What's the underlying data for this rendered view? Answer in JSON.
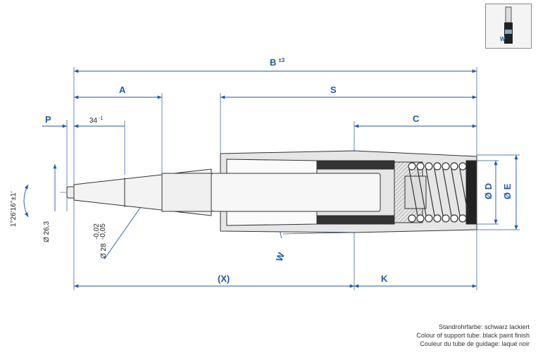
{
  "dimensions": {
    "B": "B",
    "B_tol": "±3",
    "A": "A",
    "S": "S",
    "C": "C",
    "P": "P",
    "X": "(X)",
    "K": "K",
    "D": "Ø D",
    "E": "Ø E",
    "W": "W",
    "taper_len": "34",
    "taper_len_tol": "-1",
    "angle": "1°26'16''±1'",
    "dia_tip": "Ø 26,3",
    "dia_taper": "Ø 28",
    "dia_taper_tol_upper": "-0,02",
    "dia_taper_tol_lower": "-0,05"
  },
  "notes": {
    "line1": "Standrohrfarbe: schwarz lackiert",
    "line2": "Colour of support tube: black paint finish",
    "line3": "Couleur du tube de guidage: laqué noir"
  },
  "thumbnail": {
    "label": "W"
  },
  "colors": {
    "dimension": "#1f5aa6",
    "outline": "#333333",
    "tube": "#e0e0e0",
    "spring": "#333333"
  }
}
